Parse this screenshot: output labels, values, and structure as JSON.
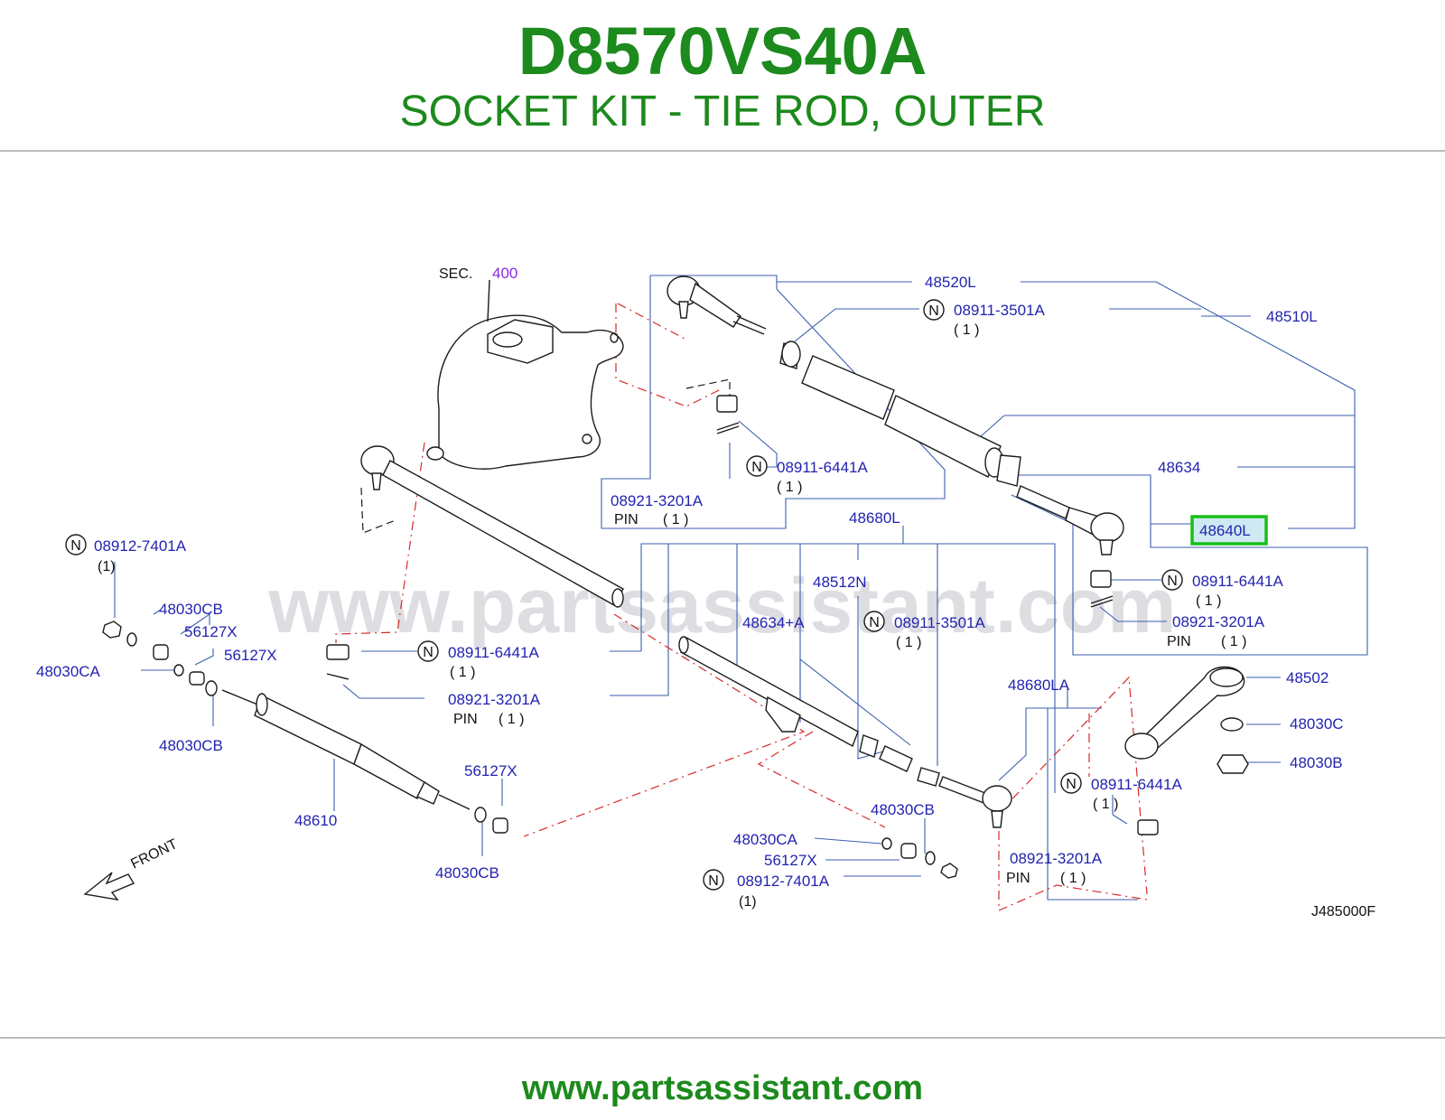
{
  "header": {
    "part_number": "D8570VS40A",
    "description": "SOCKET KIT - TIE ROD, OUTER"
  },
  "diagram": {
    "sec_prefix": "SEC.",
    "sec_number": "400",
    "watermark": "www.partsassistant.com",
    "figure_code": "J485000F",
    "front_label": "FRONT",
    "highlighted_part": "48640L",
    "labels": {
      "p48520L": "48520L",
      "p48510L": "48510L",
      "p08911_3501A_top": "08911-3501A",
      "qty_top": "( 1 )",
      "p48634": "48634",
      "p48640L": "48640L",
      "p08911_6441A_mid": "08911-6441A",
      "qty_mid": "( 1 )",
      "p08921_3201A_mid": "08921-3201A",
      "pin_mid": "PIN",
      "pin_mid_qty": "( 1 )",
      "p48680L": "48680L",
      "p48512N": "48512N",
      "p48634A": "48634+A",
      "p08911_3501A_center": "08911-3501A",
      "qty_center": "( 1 )",
      "p08911_6441A_r1": "08911-6441A",
      "qty_r1": "( 1 )",
      "p08921_3201A_r1": "08921-3201A",
      "pin_r1": "PIN",
      "pin_r1_qty": "( 1 )",
      "p08912_7401A_left": "08912-7401A",
      "qty_left": "(1)",
      "p48030CB_l1": "48030CB",
      "p56127X_l1": "56127X",
      "p56127X_l2": "56127X",
      "p48030CA_left": "48030CA",
      "p48030CB_l2": "48030CB",
      "p08911_6441A_lm": "08911-6441A",
      "qty_lm": "( 1 )",
      "p08921_3201A_lm": "08921-3201A",
      "pin_lm": "PIN",
      "pin_lm_qty": "( 1 )",
      "p48610": "48610",
      "p56127X_b": "56127X",
      "p48030CB_b": "48030CB",
      "p48680LA": "48680LA",
      "p48502": "48502",
      "p48030C": "48030C",
      "p48030B": "48030B",
      "p08911_6441A_r2": "08911-6441A",
      "qty_r2": "( 1 )",
      "p48030CB_c": "48030CB",
      "p48030CA_c": "48030CA",
      "p56127X_c": "56127X",
      "p08912_7401A_c": "08912-7401A",
      "qty_c": "(1)",
      "p08921_3201A_r2": "08921-3201A",
      "pin_r2": "PIN",
      "pin_r2_qty": "( 1 )"
    }
  },
  "footer": {
    "url": "www.partsassistant.com"
  },
  "colors": {
    "title_green": "#1c8a1c",
    "label_blue": "#2323b0",
    "sec_purple": "#8a2be2",
    "highlight_green": "#18c018",
    "leader_blue": "#3b5fb0",
    "dash_red": "#d62a2a"
  }
}
